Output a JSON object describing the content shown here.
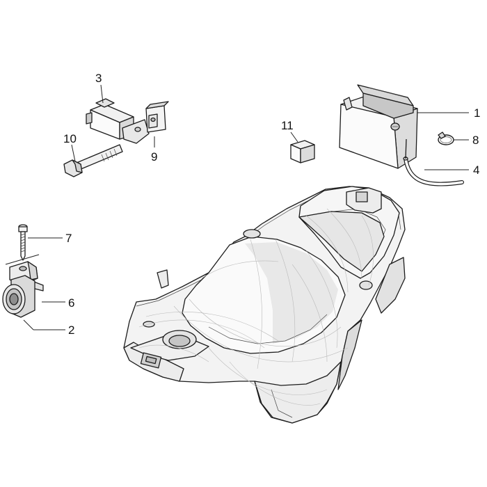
{
  "callouts": {
    "c1": "1",
    "c2": "2",
    "c3": "3",
    "c4": "4",
    "c6": "6",
    "c7": "7",
    "c8": "8",
    "c9": "9",
    "c10": "10",
    "c11": "11"
  },
  "colors": {
    "line": "#1c1c1c",
    "fill_light": "#f4f4f4",
    "fill_mid": "#dedede",
    "fill_dark": "#9a9a9a"
  }
}
